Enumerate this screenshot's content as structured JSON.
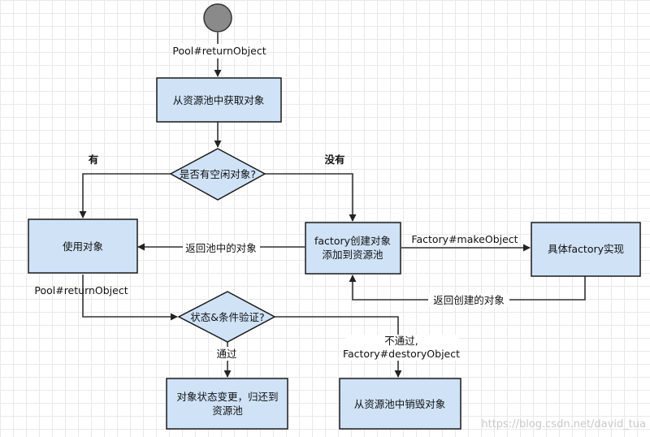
{
  "nodes": {
    "get_object": "从资源池中获取对象",
    "has_idle": "是否有空闲对象?",
    "use_object": "使用对象",
    "factory_create_l1": "factory创建对象",
    "factory_create_l2": "添加到资源池",
    "concrete_factory": "具体factory实现",
    "validate": "状态&条件验证?",
    "return_pool_l1": "对象状态变更，归还到",
    "return_pool_l2": "资源池",
    "destroy": "从资源池中销毁对象"
  },
  "edges": {
    "start_label": "Pool#returnObject",
    "yes": "有",
    "no": "没有",
    "return_object_in_pool": "返回池中的对象",
    "make_object": "Factory#makeObject",
    "return_created": "返回创建的对象",
    "use_return": "Pool#returnObject",
    "pass": "通过",
    "fail_l1": "不通过,",
    "fail_l2": "Factory#destoryObject"
  },
  "watermark": "https://blog.csdn.net/david_tua"
}
